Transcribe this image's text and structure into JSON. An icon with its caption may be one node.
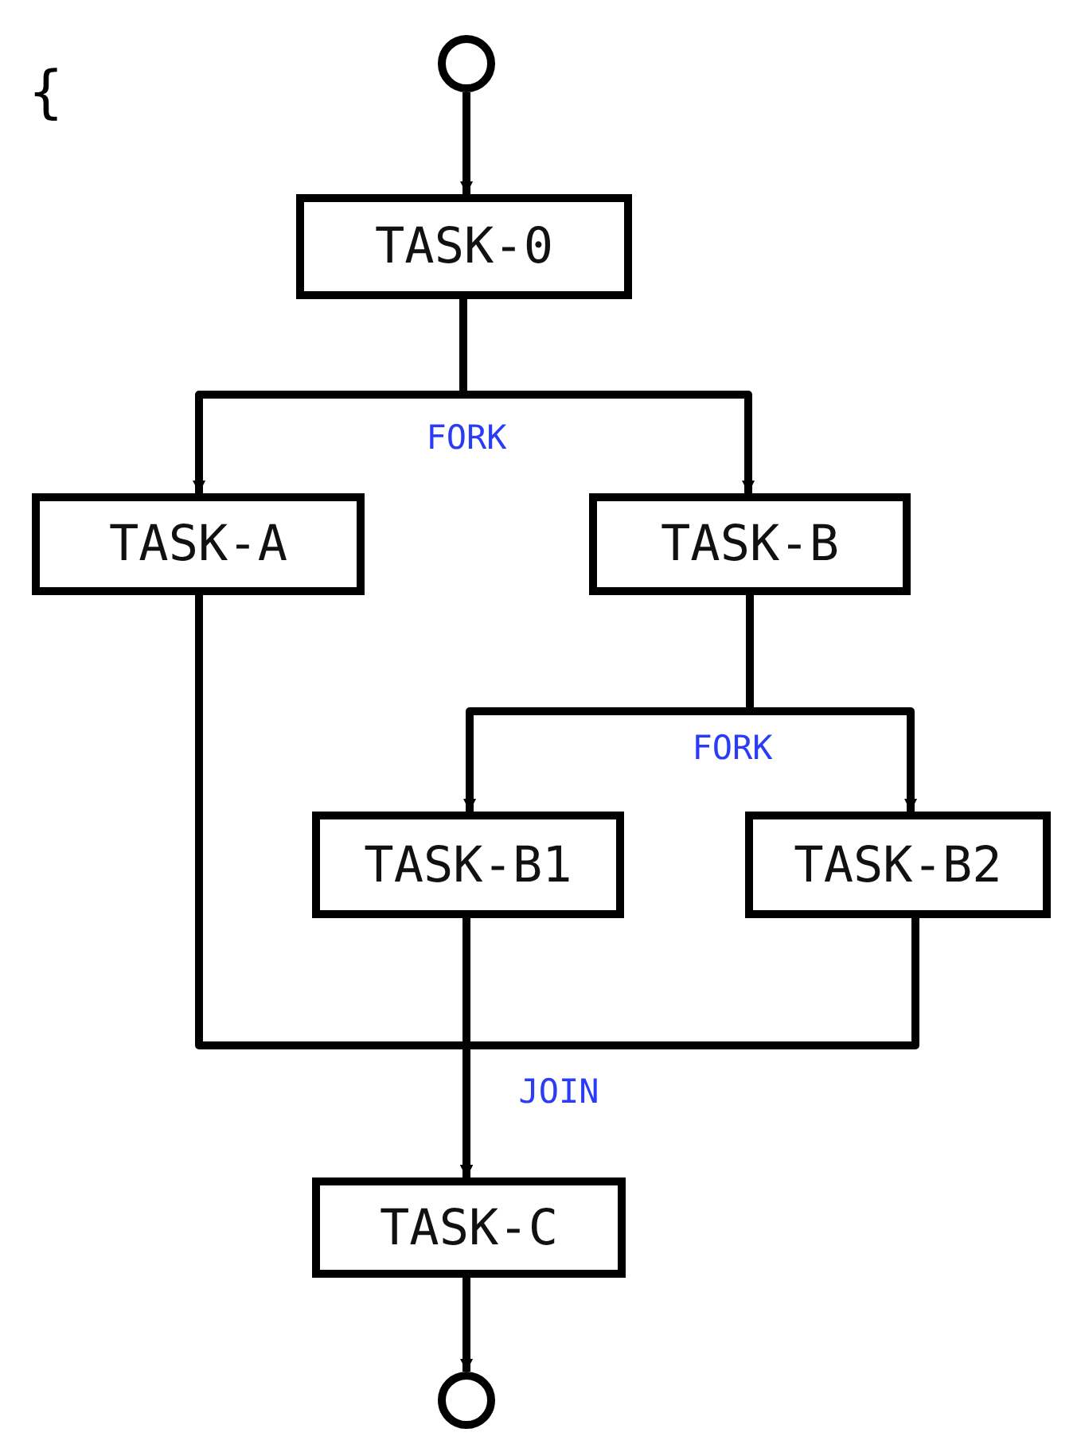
{
  "diagram": {
    "nodes": [
      {
        "text": [],
        "shape": "circle"
      },
      {
        "text": [
          "TASK-0"
        ]
      },
      {
        "text": [
          "TASK-A"
        ]
      },
      {
        "text": [
          "TASK-B"
        ]
      },
      {
        "text": [
          "TASK-B1"
        ]
      },
      {
        "text": [
          "TASK-B2"
        ]
      },
      {
        "text": [
          "TASK-C"
        ]
      },
      {
        "text": [],
        "shape": "circle"
      }
    ],
    "edges": [
      {
        "from": 0,
        "to": 1,
        "arrow": "to"
      },
      {
        "from": 1,
        "to": 2,
        "arrow": "to"
      },
      {
        "from": 1,
        "to": 3,
        "arrow": "to",
        "label": "FORK"
      },
      {
        "from": 3,
        "to": 4,
        "arrow": "to"
      },
      {
        "from": 3,
        "to": 5,
        "arrow": "to",
        "label": "FORK"
      },
      {
        "from": 2,
        "to": 6,
        "arrow": "to"
      },
      {
        "from": 4,
        "to": 6,
        "arrow": "to",
        "label": "JOIN"
      },
      {
        "from": 5,
        "to": 6,
        "arrow": "to"
      },
      {
        "from": 6,
        "to": 7,
        "arrow": "to"
      }
    ],
    "labels": [
      "{"
    ]
  }
}
